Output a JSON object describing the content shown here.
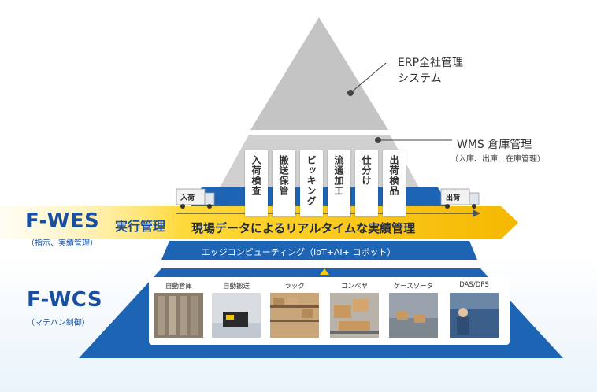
{
  "erp": {
    "label_line1": "ERP全社管理",
    "label_line2": "システム"
  },
  "wms": {
    "label": "WMS 倉庫管理",
    "sublabel": "（入庫、出庫、在庫管理）"
  },
  "wms_processes": [
    "入荷検査",
    "搬送保管",
    "ピッキング",
    "流通加工",
    "仕分け",
    "出荷検品"
  ],
  "trucks": {
    "inbound": "入荷",
    "outbound": "出荷"
  },
  "fwes": {
    "name": "F-WES",
    "name_ja": "実行管理",
    "sublabel": "（指示、実績管理）",
    "banner": "現場データによるリアルタイムな実績管理"
  },
  "edge_computing": "エッジコンピューティング（IoT+AI+ ロボット）",
  "fwcs": {
    "name": "F-WCS",
    "sublabel": "（マテハン制御）"
  },
  "equipment": [
    {
      "label": "自動倉庫",
      "icon": "automated-warehouse-photo"
    },
    {
      "label": "自動搬送",
      "icon": "agv-robot-photo"
    },
    {
      "label": "ラック",
      "icon": "rack-photo"
    },
    {
      "label": "コンベヤ",
      "icon": "conveyor-photo"
    },
    {
      "label": "ケースソータ",
      "icon": "case-sorter-photo"
    },
    {
      "label": "DAS/DPS",
      "icon": "das-dps-photo"
    }
  ],
  "colors": {
    "brand_blue": "#1a4fa0",
    "arrow_yellow": "#f5c518",
    "pyramid_gray": "#cfcfcf",
    "band_blue": "#1e64b4"
  }
}
